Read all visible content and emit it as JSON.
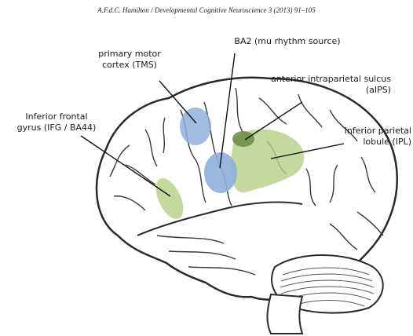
{
  "header": {
    "citation": "A.F.d.C. Hamilton / Developmental Cognitive Neuroscience 3 (2013) 91–105"
  },
  "labels": {
    "motor_line1": "primary motor",
    "motor_line2": "cortex (TMS)",
    "ba2": "BA2 (mu rhythm source)",
    "aips_line1": "anterior intraparietal sulcus",
    "aips_line2": "(aIPS)",
    "ifg_line1": "Inferior frontal",
    "ifg_line2": "gyrus (IFG / BA44)",
    "ipl_line1": "Inferior parietal",
    "ipl_line2": "lobule (IPL)"
  },
  "colors": {
    "blue_region": "#8fb0dc",
    "green_region": "#b5cf86",
    "dark_green_region": "#6f8f45",
    "outline": "#2a2a2a"
  }
}
